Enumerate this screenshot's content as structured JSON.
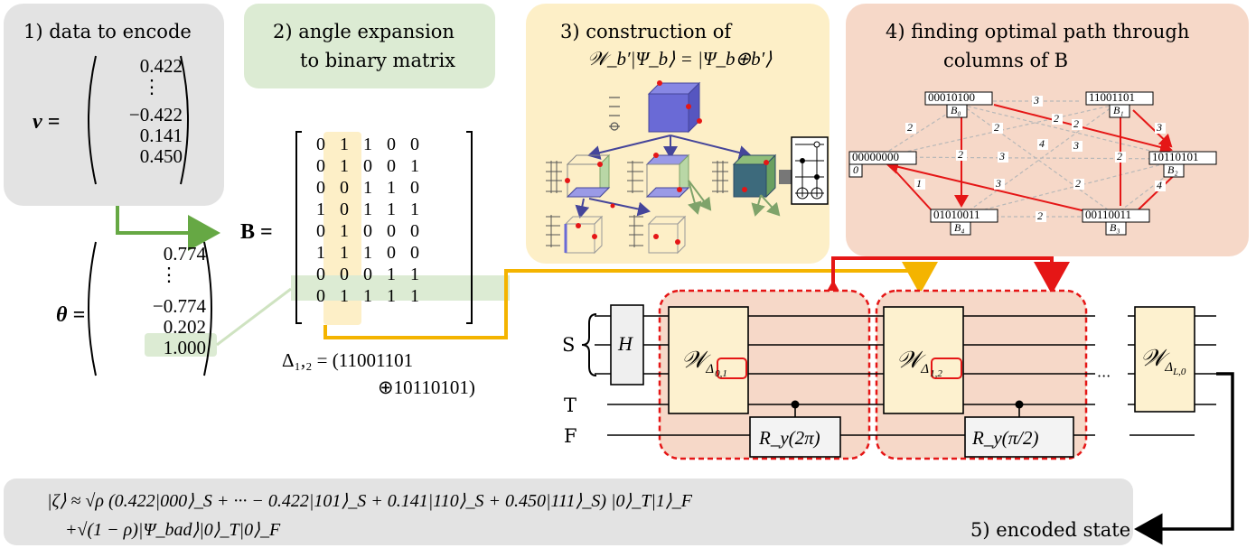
{
  "panel1": {
    "title": "1) data to encode",
    "vec_label": "v =",
    "values": [
      "0.422",
      "⋮",
      "−0.422",
      "0.141",
      "0.450"
    ]
  },
  "theta": {
    "label": "θ =",
    "values": [
      "0.774",
      "⋮",
      "−0.774",
      "0.202",
      "1.000"
    ]
  },
  "panel2": {
    "title_line1": "2) angle expansion",
    "title_line2": "to binary matrix"
  },
  "matrix": {
    "label": "B =",
    "rows": [
      [
        "0",
        "1",
        "1",
        "0",
        "0"
      ],
      [
        "0",
        "1",
        "0",
        "0",
        "1"
      ],
      [
        "0",
        "0",
        "1",
        "1",
        "0"
      ],
      [
        "1",
        "0",
        "1",
        "1",
        "1"
      ],
      [
        "0",
        "1",
        "0",
        "0",
        "0"
      ],
      [
        "1",
        "1",
        "1",
        "0",
        "0"
      ],
      [
        "0",
        "0",
        "0",
        "1",
        "1"
      ],
      [
        "0",
        "1",
        "1",
        "1",
        "1"
      ]
    ],
    "delta_line1": "Δ₁,₂ = (11001101",
    "delta_line2": "⊕10110101)"
  },
  "panel3": {
    "title_line1": "3) construction of",
    "title_line2": "𝒲_b′|Ψ_b⟩ = |Ψ_b⊕b′⟩"
  },
  "panel4": {
    "title_line1": "4) finding optimal path through",
    "title_line2": "columns of B",
    "nodes": [
      {
        "code": "00010100",
        "sub": "B₀"
      },
      {
        "code": "11001101",
        "sub": "B₁"
      },
      {
        "code": "00000000",
        "sub": "0"
      },
      {
        "code": "10110101",
        "sub": "B₂"
      },
      {
        "code": "01010011",
        "sub": "B₄"
      },
      {
        "code": "00110011",
        "sub": "B₃"
      }
    ],
    "edge_weights": [
      "3",
      "2",
      "2",
      "3",
      "2",
      "4",
      "3",
      "2",
      "3",
      "2",
      "1",
      "3",
      "2",
      "4",
      "2",
      "2"
    ]
  },
  "circuit": {
    "reg_s": "S",
    "reg_t": "T",
    "reg_f": "F",
    "h_gate": "H",
    "w1": "𝒲",
    "w1_sub": "Δ",
    "w1_sub2": "0,1",
    "w2": "𝒲",
    "w2_sub": "Δ",
    "w2_sub2": "1,2",
    "w3": "𝒲",
    "w3_sub": "Δ",
    "w3_sub2": "L,0",
    "ry1": "R_y(2π)",
    "ry2": "R_y(π/2)",
    "ellipsis": "···"
  },
  "state": {
    "line1": "|ζ⟩ ≈ √ρ (0.422|000⟩_S + ··· − 0.422|101⟩_S + 0.141|110⟩_S + 0.450|111⟩_S) |0⟩_T|1⟩_F",
    "line2": "+√(1 − ρ)|Ψ_bad⟩|0⟩_T|0⟩_F",
    "label": "5) encoded state"
  },
  "colors": {
    "gray_panel": "#e3e3e3",
    "green_panel": "#dcebd3",
    "yellow_panel": "#fdefc7",
    "salmon_panel": "#f6d8c8",
    "gate_fill": "#fdf1cf",
    "red": "#e51616",
    "orange": "#f4b400",
    "green_arrow": "#66a844",
    "cube_blue": "#6a6ad6",
    "cube_green": "#7fb06a"
  }
}
